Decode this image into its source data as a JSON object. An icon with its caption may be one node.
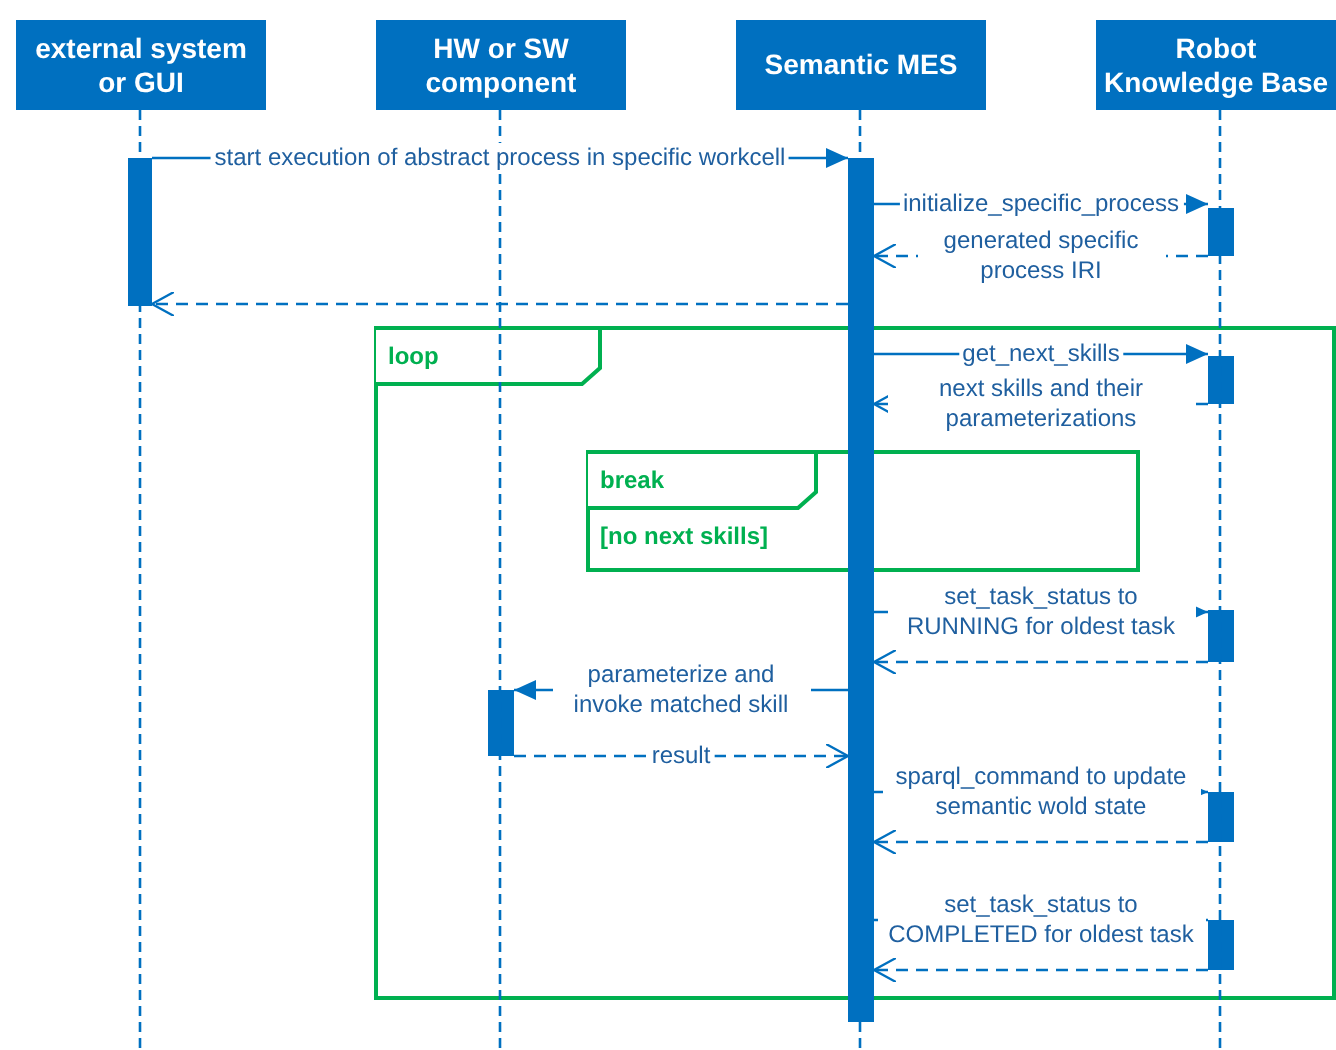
{
  "diagram": {
    "nodes": [
      {
        "text": [
          "external system or GUI"
        ]
      },
      {
        "text": [
          "HW or SW component"
        ]
      },
      {
        "text": [
          "Semantic MES"
        ]
      },
      {
        "text": [
          "Robot Knowledge Base"
        ]
      },
      {
        "text": [
          "loop"
        ]
      },
      {
        "text": [
          "break",
          "[no next skills]"
        ],
        "in": 4
      },
      {
        "text": [],
        "shape": "bar"
      },
      {
        "text": [],
        "shape": "bar"
      },
      {
        "text": [],
        "shape": "bar"
      },
      {
        "text": [],
        "shape": "bar",
        "in": 4
      },
      {
        "text": [],
        "shape": "bar",
        "in": 4
      },
      {
        "text": [],
        "shape": "bar",
        "in": 4
      },
      {
        "text": [],
        "shape": "bar",
        "in": 4
      },
      {
        "text": [],
        "shape": "bar",
        "in": 4
      }
    ],
    "edges": [
      {
        "from": 6,
        "to": 7,
        "arrow": "to",
        "label": "start execution of abstract process in specific workcell"
      },
      {
        "from": 7,
        "to": 8,
        "arrow": "to",
        "label": "initialize_specific_process"
      },
      {
        "from": 8,
        "to": 7,
        "arrow": "to",
        "label": "generated specific process IRI",
        "style": "dashed"
      },
      {
        "from": 7,
        "to": 6,
        "arrow": "to",
        "style": "dashed"
      },
      {
        "from": 7,
        "to": 9,
        "arrow": "to",
        "label": "get_next_skills"
      },
      {
        "from": 9,
        "to": 7,
        "arrow": "to",
        "label": "next skills and their parameterizations",
        "style": "dashed"
      },
      {
        "from": 7,
        "to": 10,
        "arrow": "to",
        "label": "set_task_status to RUNNING for oldest task"
      },
      {
        "from": 10,
        "to": 7,
        "arrow": "to",
        "style": "dashed"
      },
      {
        "from": 7,
        "to": 11,
        "arrow": "to",
        "label": "parameterize and invoke matched skill"
      },
      {
        "from": 11,
        "to": 7,
        "arrow": "to",
        "label": "result",
        "style": "dashed"
      },
      {
        "from": 7,
        "to": 12,
        "arrow": "to",
        "label": "sparql_command to update semantic wold state"
      },
      {
        "from": 12,
        "to": 7,
        "arrow": "to",
        "style": "dashed"
      },
      {
        "from": 7,
        "to": 13,
        "arrow": "to",
        "label": "set_task_status to COMPLETED for oldest task"
      },
      {
        "from": 13,
        "to": 7,
        "arrow": "to",
        "style": "dashed"
      }
    ]
  }
}
